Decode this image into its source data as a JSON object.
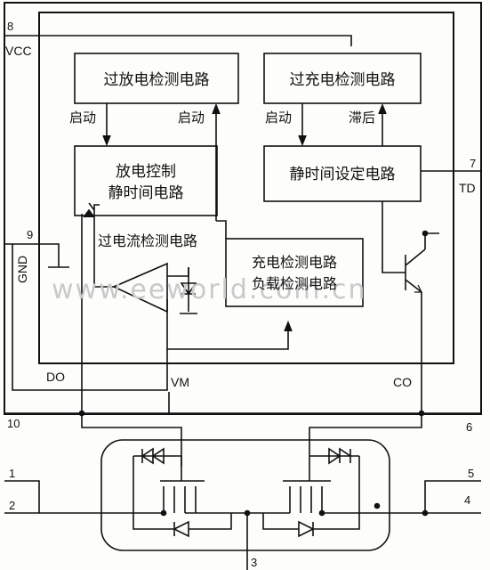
{
  "blocks": {
    "over_discharge_detect": "过放电检测电路",
    "over_charge_detect": "过充电检测电路",
    "discharge_control_line1": "放电控制",
    "discharge_control_line2": "静时间电路",
    "static_time_set": "静时间设定电路",
    "charge_load_detect_line1": "充电检测电路",
    "charge_load_detect_line2": "负载检测电路",
    "overcurrent_detect": "过电流检测电路"
  },
  "arrow_labels": {
    "start_1": "启动",
    "start_2": "启动",
    "start_3": "启动",
    "lag": "滞后"
  },
  "signals": {
    "vcc": "VCC",
    "gnd": "GND",
    "td": "TD",
    "do": "DO",
    "vm": "VM",
    "co": "CO"
  },
  "pins": {
    "p1": "1",
    "p2": "2",
    "p3": "3",
    "p4": "4",
    "p5": "5",
    "p6": "6",
    "p7": "7",
    "p8": "8",
    "p9": "9",
    "p10": "10"
  },
  "watermark": "www.eeworld.com.cn"
}
